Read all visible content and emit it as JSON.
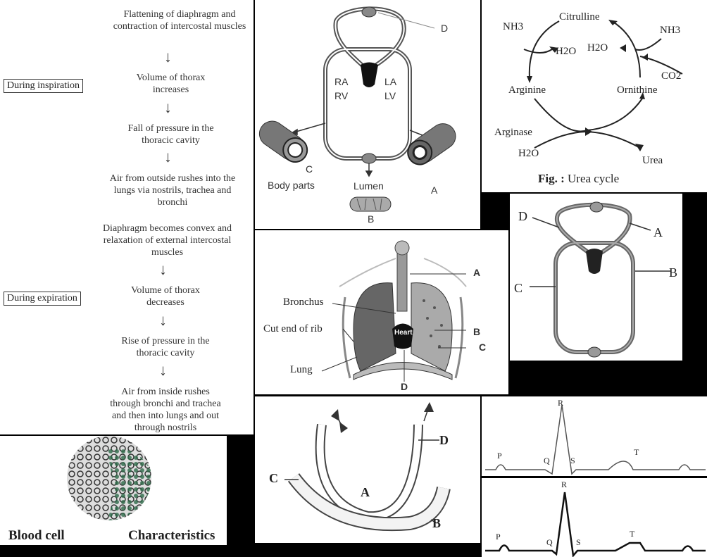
{
  "breathing": {
    "inspiration_label": "During inspiration",
    "expiration_label": "During expiration",
    "steps_inspiration": [
      "Flattening of diaphragm and contraction  of intercostal muscles",
      "Volume of thorax increases",
      "Fall of pressure in the thoracic cavity",
      "Air from outside rushes into the lungs via nostrils, trachea and bronchi"
    ],
    "steps_expiration": [
      "Diaphragm becomes convex and relaxation of external intercostal muscles",
      "Volume of thorax decreases",
      "Rise of pressure in the thoracic cavity",
      "Air from inside rushes through bronchi and trachea and then into lungs and out through nostrils"
    ]
  },
  "blood_cell_panel": {
    "label_left": "Blood cell",
    "label_right": "Characteristics"
  },
  "circulation_diagram": {
    "labels": {
      "D": "D",
      "RA": "RA",
      "RV": "RV",
      "LA": "LA",
      "LV": "LV",
      "C": "C",
      "body_parts": "Body parts",
      "lumen": "Lumen",
      "A": "A",
      "B": "B"
    }
  },
  "urea_cycle": {
    "citrulline": "Citrulline",
    "nh3_left": "NH3",
    "nh3_right": "NH3",
    "h2o_left": "H2O",
    "h2o_right": "H2O",
    "co2": "CO2",
    "arginine": "Arginine",
    "ornithine": "Ornithine",
    "arginase": "Arginase",
    "h2o_bottom": "H2O",
    "urea": "Urea",
    "caption_bold": "Fig. :",
    "caption_text": " Urea cycle"
  },
  "lungs_diagram": {
    "A": "A",
    "bronchus": "Bronchus",
    "cut_end_of_rib": "Cut end of rib",
    "heart": "Heart",
    "B": "B",
    "C": "C",
    "lung": "Lung",
    "D": "D"
  },
  "circulation_small": {
    "D": "D",
    "A": "A",
    "B": "B",
    "C": "C"
  },
  "alveolus_diagram": {
    "D": "D",
    "C": "C",
    "A": "A",
    "B": "B"
  },
  "ecg_top": {
    "P": "P",
    "Q": "Q",
    "R": "R",
    "S": "S",
    "T": "T"
  },
  "ecg_bottom": {
    "P": "P",
    "Q": "Q",
    "R": "R",
    "S": "S",
    "T": "T"
  },
  "colors": {
    "diagram_stroke": "#555555",
    "vessel_fill": "#777777",
    "green_cells": "#2e6b4a"
  }
}
